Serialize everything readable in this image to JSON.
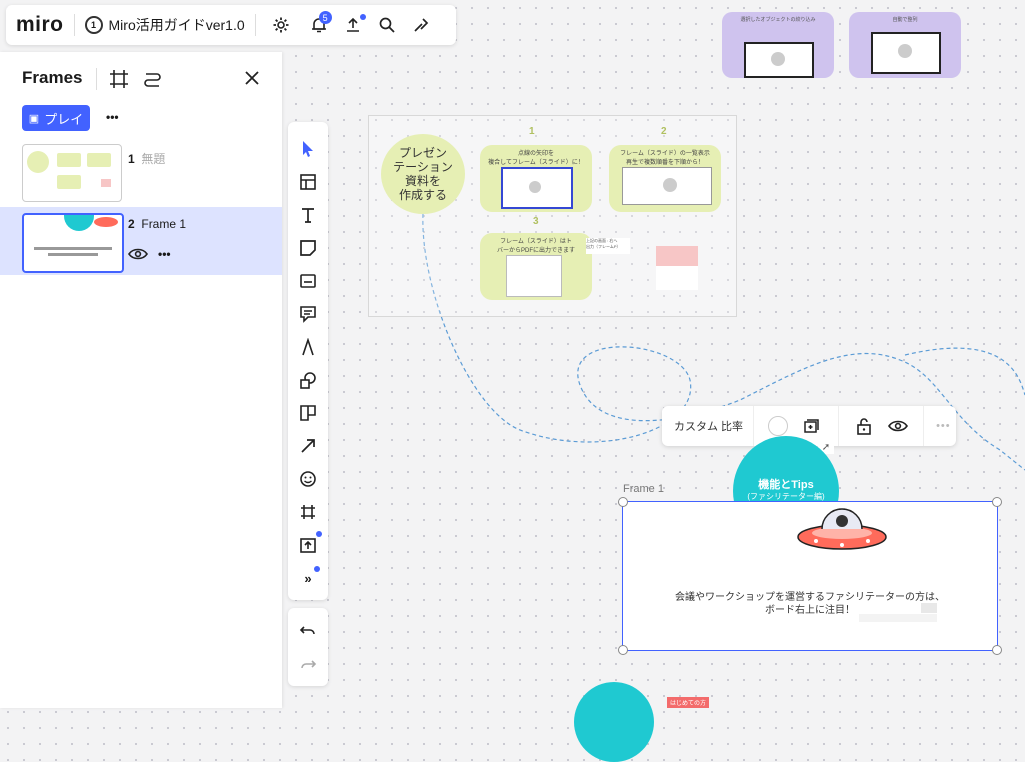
{
  "topbar": {
    "logo": "miro",
    "board_title": "Miro活用ガイドver1.0",
    "shield_num": "1",
    "notif_count": "5"
  },
  "panel": {
    "title": "Frames",
    "play_label": "プレイ",
    "more": "•••",
    "frames": [
      {
        "num": "1",
        "title": "無題"
      },
      {
        "num": "2",
        "title": "Frame 1"
      }
    ]
  },
  "canvas": {
    "circle_text": "プレゼン\nテーション\n資料を\n作成する",
    "step1_num": "1",
    "step1_text": "点線の矢印を\n複合してフレーム（スライド）に！",
    "step2_num": "2",
    "step2_text": "フレーム（スライド）の一覧表示\n再生で複数順番を下順から！",
    "step3_num": "3",
    "step3_text": "フレーム（スライド）はト\nバーからPDFに出力できます",
    "step3_note": "上記の画面 : 右へ\n出力（フレームP）",
    "purple1_title": "選択したオブジェクトの絞り込み",
    "purple2_title": "自動で整列",
    "ctx_label": "カスタム 比率",
    "frame_label": "Frame 1",
    "tips_title": "機能とTips",
    "tips_sub": "(ファシリテーター編)",
    "frame_text_1": "会議やワークショップを運営するファシリテーターの方は、",
    "frame_text_2": "ボード右上に注目！",
    "bottom_tag": "はじめての方"
  },
  "colors": {
    "accent": "#4262ff",
    "teal": "#1fc9d1",
    "yellow_green": "#e6efb4",
    "purple": "#cfc3ee"
  }
}
